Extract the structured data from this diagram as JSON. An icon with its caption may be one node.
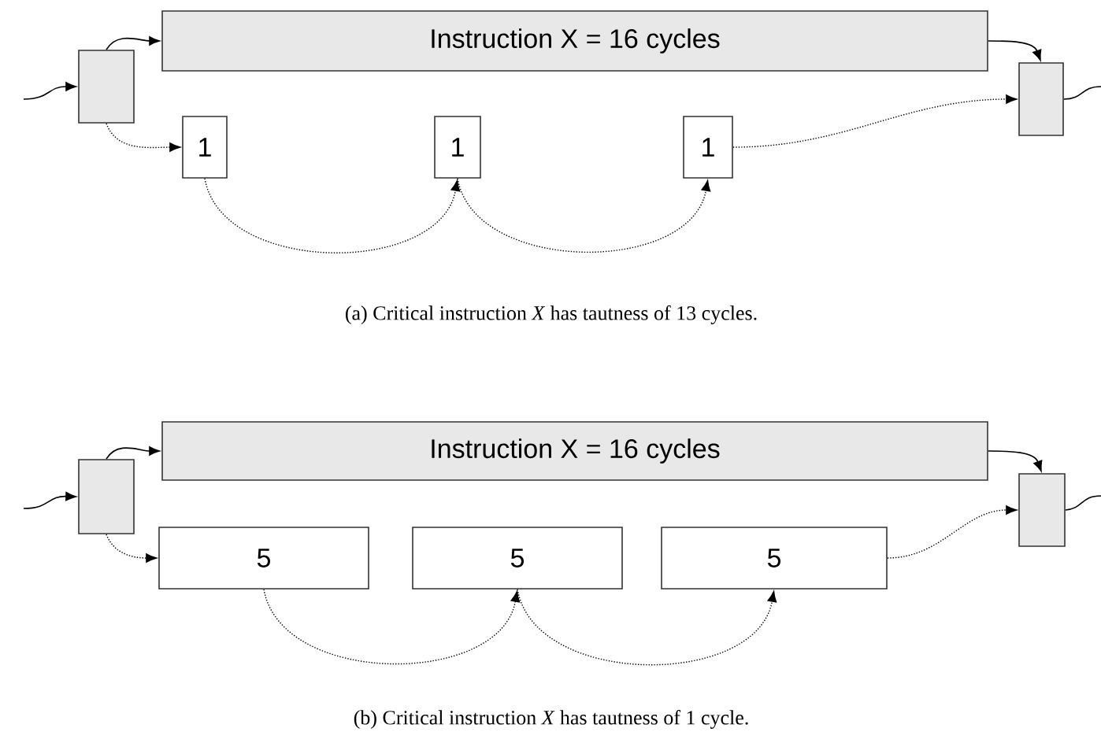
{
  "diagram": {
    "nodes": [
      {
        "text": [],
        "shape": "box"
      },
      {
        "text": [
          "Instruction X  = 16 cycles"
        ]
      },
      {
        "text": [],
        "shape": "box"
      },
      {
        "text": [
          "1"
        ]
      },
      {
        "text": [
          "1"
        ]
      },
      {
        "text": [
          "1"
        ]
      },
      {
        "text": [],
        "shape": "box"
      },
      {
        "text": [
          "Instruction X  = 16 cycles"
        ]
      },
      {
        "text": [],
        "shape": "box"
      },
      {
        "text": [
          "5"
        ]
      },
      {
        "text": [
          "5"
        ]
      },
      {
        "text": [
          "5"
        ]
      }
    ],
    "edges": [
      {
        "from": null,
        "to": 0,
        "arrow": "to"
      },
      {
        "from": 0,
        "to": 1,
        "arrow": "to"
      },
      {
        "from": 1,
        "to": 2,
        "arrow": "to"
      },
      {
        "from": 0,
        "to": 3,
        "arrow": "to",
        "style": "dashed"
      },
      {
        "from": 3,
        "to": 4,
        "arrow": "to",
        "style": "dashed"
      },
      {
        "from": 4,
        "to": 5,
        "arrow": "to",
        "style": "dashed"
      },
      {
        "from": 5,
        "to": 2,
        "arrow": "to",
        "style": "dashed"
      },
      {
        "from": 2,
        "to": null,
        "arrow": "none"
      },
      {
        "from": null,
        "to": 6,
        "arrow": "to"
      },
      {
        "from": 6,
        "to": 7,
        "arrow": "to"
      },
      {
        "from": 7,
        "to": 8,
        "arrow": "to"
      },
      {
        "from": 6,
        "to": 9,
        "arrow": "to",
        "style": "dashed"
      },
      {
        "from": 9,
        "to": 10,
        "arrow": "to",
        "style": "dashed"
      },
      {
        "from": 10,
        "to": 11,
        "arrow": "to",
        "style": "dashed"
      },
      {
        "from": 11,
        "to": 8,
        "arrow": "to",
        "style": "dashed"
      },
      {
        "from": 8,
        "to": null,
        "arrow": "none"
      }
    ],
    "labels": [
      "(a) Critical instruction *X* has tautness of 13 cycles.",
      "(b) Critical instruction *X* has tautness of 1 cycle."
    ]
  }
}
